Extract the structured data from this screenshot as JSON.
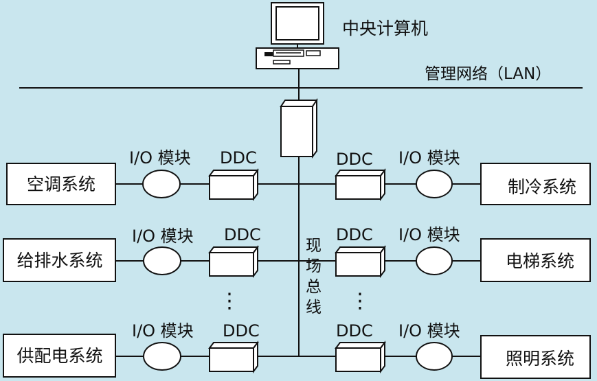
{
  "computer": {
    "label": "中央计算机"
  },
  "network": {
    "label": "管理网络（LAN）"
  },
  "fieldbus": {
    "label": [
      "现",
      "场",
      "总",
      "线"
    ]
  },
  "io_label": "I/O 模块",
  "ddc_label": "DDC",
  "ellipsis": "⋮",
  "left_systems": [
    "空调系统",
    "给排水系统",
    "供配电系统"
  ],
  "right_systems": [
    "制冷系统",
    "电梯系统",
    "照明系统"
  ],
  "colors": {
    "background": "#c9e6ee",
    "line": "#111111",
    "box_fill": "#ffffff"
  }
}
